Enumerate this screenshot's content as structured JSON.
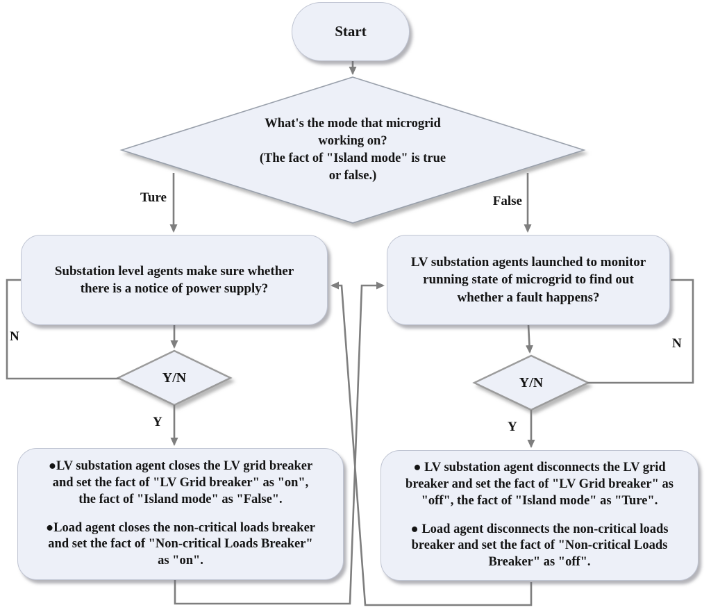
{
  "diagram_title": "Microgrid multi-agent operating mode flowchart",
  "colors": {
    "node_fill": "#edf0f8",
    "node_border": "#bfc4d2",
    "diamond_stroke": "#99a0ab",
    "small_diamond_stroke": "#9b9b9b",
    "connector_line": "#7e7e7e",
    "text": "#141414",
    "background": "#ffffff"
  },
  "nodes": {
    "start": {
      "label": "Start"
    },
    "main_decision": {
      "text": "What's the mode that microgrid\nworking on?\n(The fact of \"Island mode\" is true\nor false.)"
    },
    "check_supply": {
      "text": "Substation level agents make sure whether\nthere is a notice of power supply?"
    },
    "monitor_fault": {
      "text": "LV substation agents launched to monitor\nrunning state of microgrid to find out\nwhether a fault happens?"
    },
    "decision_left": {
      "label": "Y/N"
    },
    "decision_right": {
      "label": "Y/N"
    },
    "action_connect": {
      "bullets": [
        "●LV substation agent closes the LV grid breaker\nand set the fact of \"LV Grid breaker\" as \"on\",\nthe fact of \"Island mode\" as \"False\".",
        "●Load agent closes the non-critical loads breaker\nand set the fact of \"Non-critical Loads Breaker\"\nas \"on\"."
      ]
    },
    "action_disconnect": {
      "bullets": [
        "●  LV substation agent disconnects the LV grid\nbreaker and set the fact of \"LV Grid breaker\" as\n\"off\", the fact of \"Island mode\" as \"Ture\".",
        "●  Load agent disconnects the non-critical loads\nbreaker and set the fact of \"Non-critical Loads\nBreaker\" as \"off\"."
      ]
    }
  },
  "edge_labels": {
    "true_branch": "Ture",
    "false_branch": "False",
    "yes_left": "Y",
    "yes_right": "Y",
    "no_left": "N",
    "no_right": "N"
  }
}
